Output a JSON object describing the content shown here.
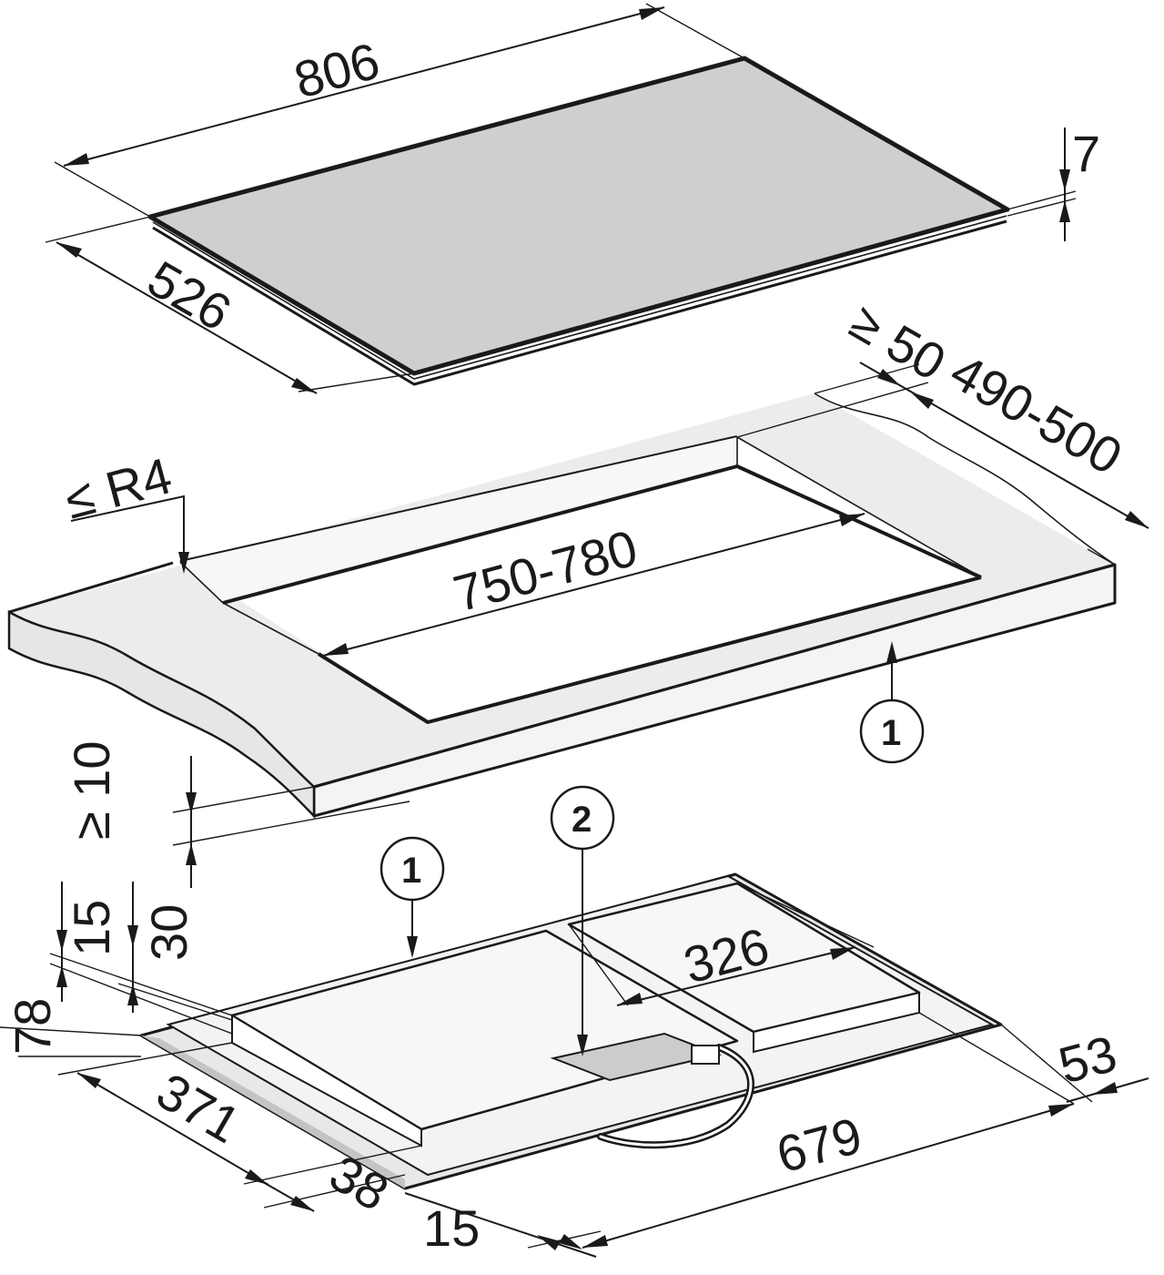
{
  "hob": {
    "width": "806",
    "depth": "526",
    "thickness": "7"
  },
  "worktop": {
    "cutout_width": "750-780",
    "cutout_depth": "490-500",
    "rear_clearance": "≥ 50",
    "corner_radius": "≤ R4",
    "front_clearance": "≥ 10"
  },
  "underside": {
    "frame_offset_a": "15",
    "frame_offset_b": "30",
    "height": "78",
    "module_left_depth": "371",
    "module_right_width": "326",
    "right_offset": "53",
    "frame_width": "679",
    "front_offset": "38",
    "left_offset": "15"
  },
  "callouts": {
    "seal": "1",
    "seal_underside": "1",
    "connection": "2"
  },
  "colors": {
    "glass": "#cfcfcf",
    "worktop": "#ececec",
    "ink": "#1a1a1a"
  }
}
